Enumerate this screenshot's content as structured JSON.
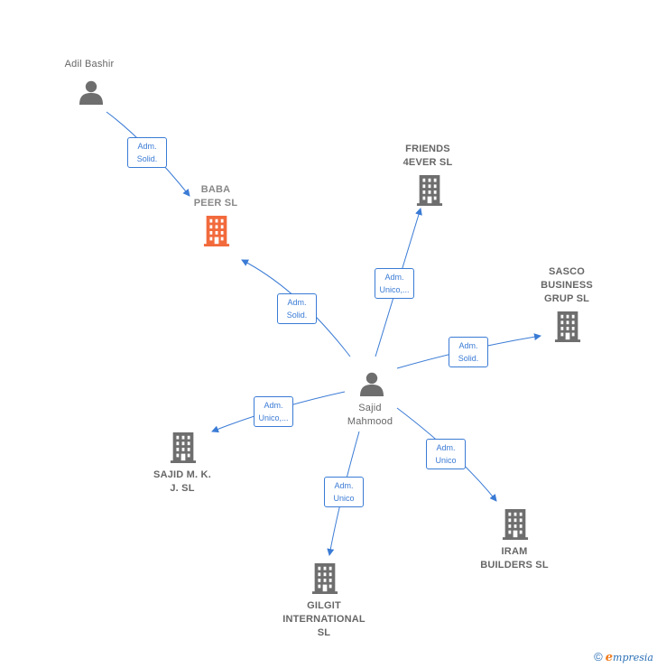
{
  "colors": {
    "edge": "#3a7bd5",
    "node_gray": "#6e6e6e",
    "node_highlight": "#f26a3c"
  },
  "nodes": [
    {
      "id": "adil",
      "type": "person",
      "label": "Adil Bashir",
      "icon": "person-icon"
    },
    {
      "id": "baba",
      "type": "company",
      "label": "BABA\nPEER  SL",
      "icon": "building-icon",
      "highlight": true
    },
    {
      "id": "friends",
      "type": "company",
      "label": "FRIENDS\n4EVER SL",
      "icon": "building-icon"
    },
    {
      "id": "sasco",
      "type": "company",
      "label": "SASCO\nBUSINESS\nGRUP  SL",
      "icon": "building-icon"
    },
    {
      "id": "sajid",
      "type": "person",
      "label": "Sajid\nMahmood",
      "icon": "person-icon"
    },
    {
      "id": "sajidmk",
      "type": "company",
      "label": "SAJID M.  K.\nJ.  SL",
      "icon": "building-icon"
    },
    {
      "id": "iram",
      "type": "company",
      "label": "IRAM\nBUILDERS SL",
      "icon": "building-icon"
    },
    {
      "id": "gilgit",
      "type": "company",
      "label": "GILGIT\nINTERNATIONAL\nSL",
      "icon": "building-icon"
    }
  ],
  "edges": [
    {
      "from": "adil",
      "to": "baba",
      "label": "Adm.\nSolid."
    },
    {
      "from": "sajid",
      "to": "baba",
      "label": "Adm.\nSolid."
    },
    {
      "from": "sajid",
      "to": "friends",
      "label": "Adm.\nUnico,..."
    },
    {
      "from": "sajid",
      "to": "sasco",
      "label": "Adm.\nSolid."
    },
    {
      "from": "sajid",
      "to": "sajidmk",
      "label": "Adm.\nUnico,..."
    },
    {
      "from": "sajid",
      "to": "gilgit",
      "label": "Adm.\nUnico"
    },
    {
      "from": "sajid",
      "to": "iram",
      "label": "Adm.\nUnico"
    }
  ],
  "footer": {
    "copyright": "©",
    "brand_initial": "e",
    "brand_rest": "mpresia"
  }
}
